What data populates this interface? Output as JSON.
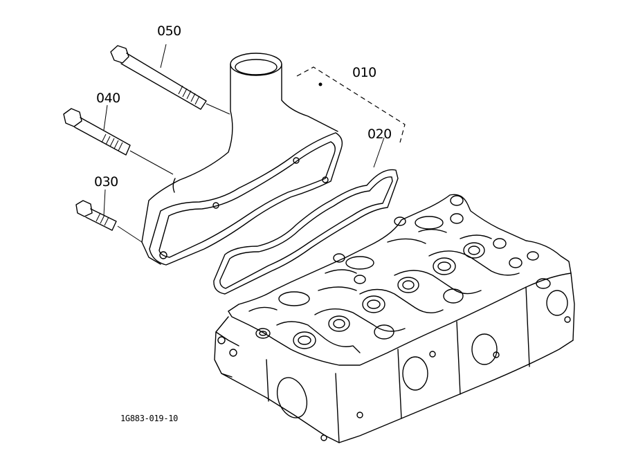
{
  "diagram": {
    "parts": [
      {
        "id": "callout-050",
        "label": "050"
      },
      {
        "id": "callout-040",
        "label": "040"
      },
      {
        "id": "callout-030",
        "label": "030"
      },
      {
        "id": "callout-010",
        "label": "010"
      },
      {
        "id": "callout-020",
        "label": "020"
      }
    ],
    "reference_code": "1G883-019-10"
  }
}
